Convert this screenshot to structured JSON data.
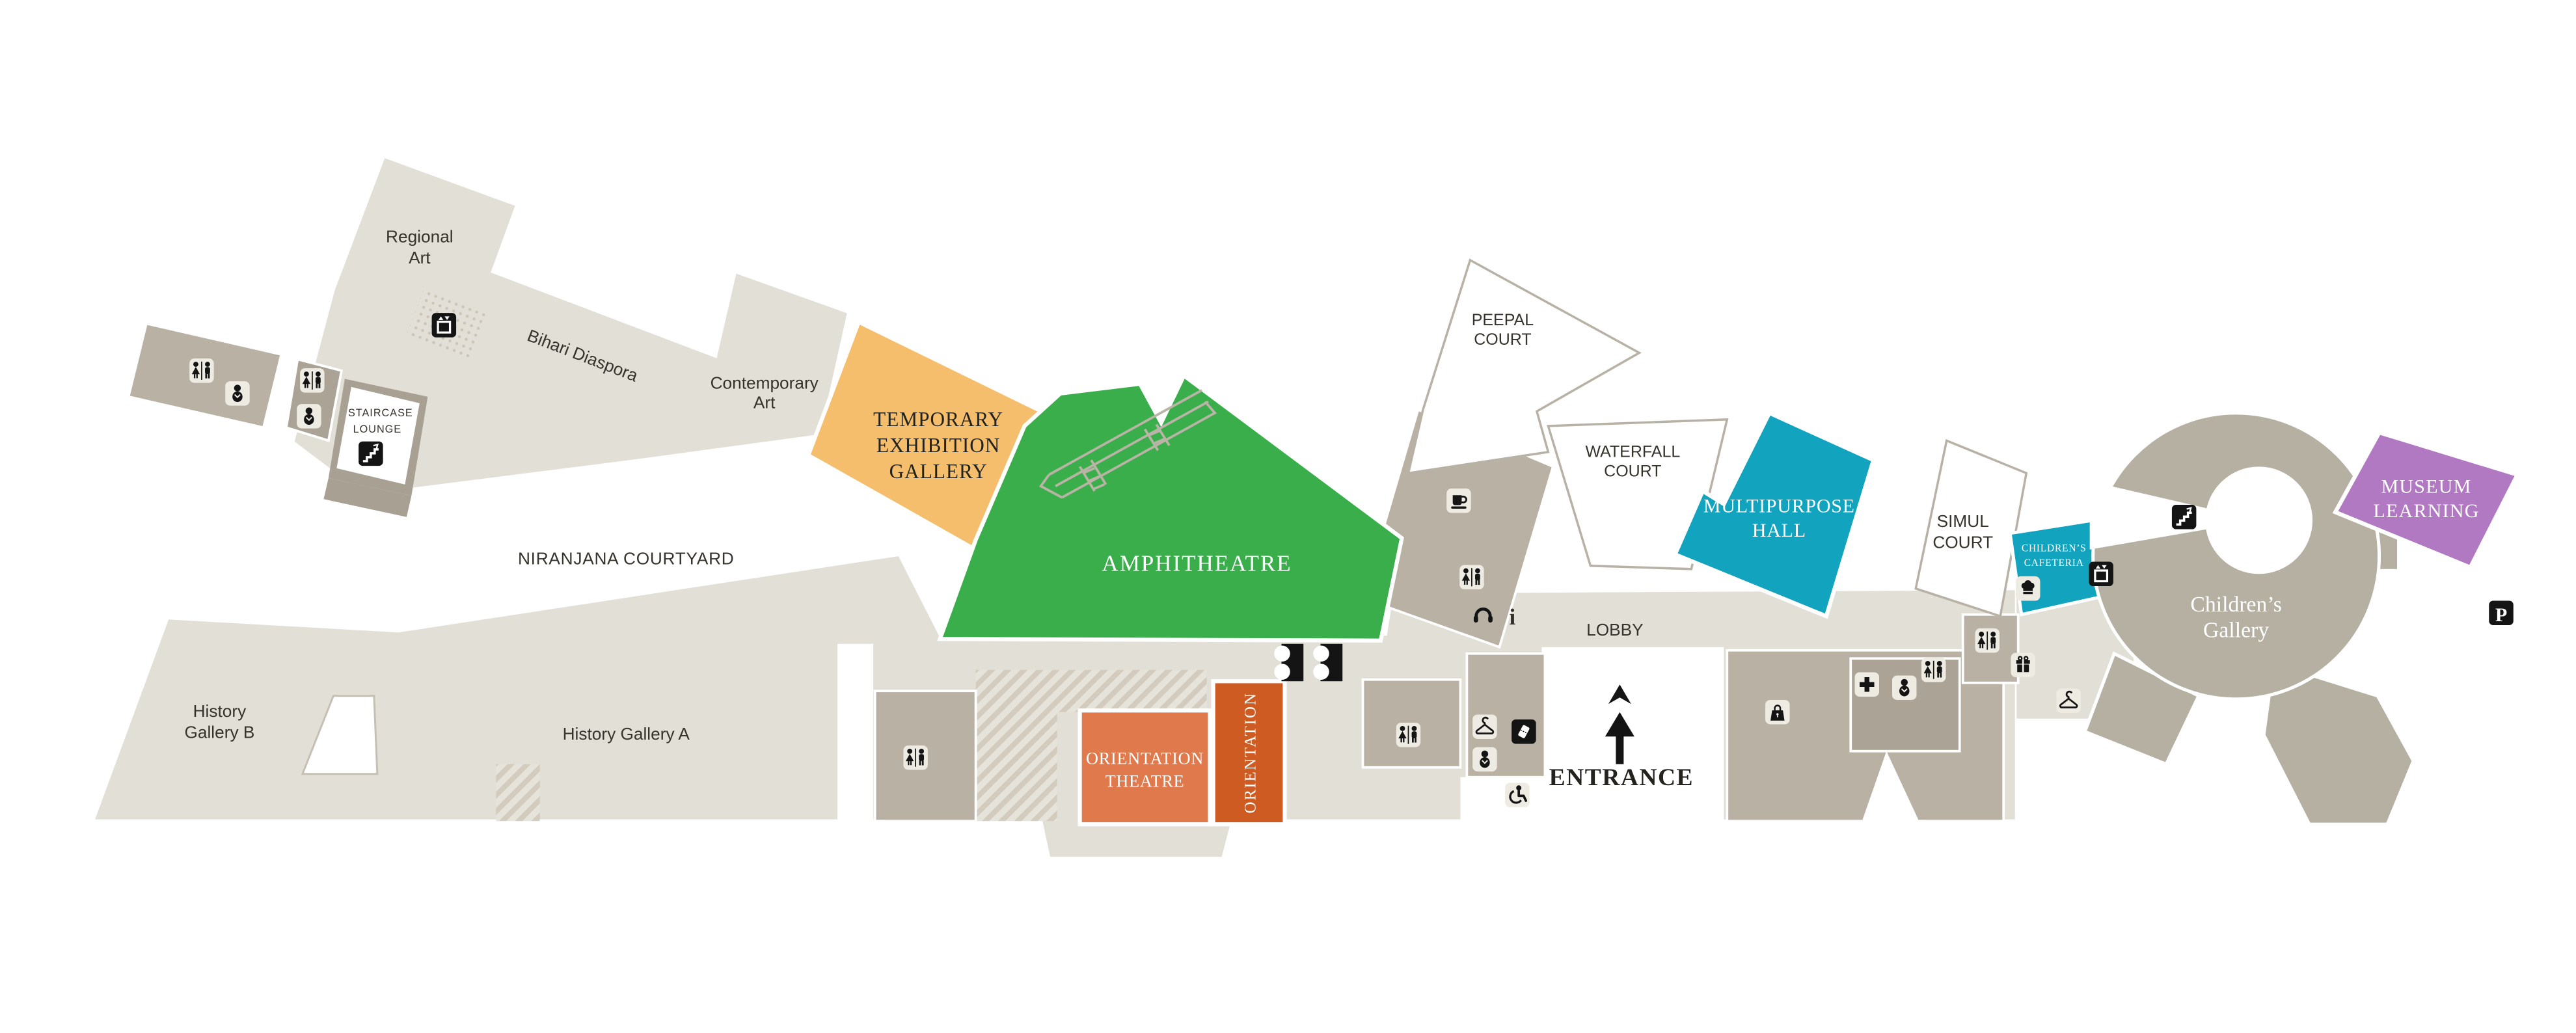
{
  "rooms": {
    "regional_art": {
      "line1": "Regional",
      "line2": "Art"
    },
    "bihari_diaspora": {
      "label": "Bihari Diaspora"
    },
    "contemporary_art": {
      "line1": "Contemporary",
      "line2": "Art"
    },
    "staircase_lounge": {
      "line1": "STAIRCASE",
      "line2": "LOUNGE"
    },
    "temporary_exhibition_gallery": {
      "line1": "TEMPORARY",
      "line2": "EXHIBITION",
      "line3": "GALLERY",
      "color": "#F5BE6C"
    },
    "amphitheatre": {
      "label": "AMPHITHEATRE",
      "color": "#3BAE4C"
    },
    "niranjana_courtyard": {
      "label": "NIRANJANA COURTYARD"
    },
    "history_gallery_b": {
      "line1": "History",
      "line2": "Gallery B"
    },
    "history_gallery_a": {
      "label": "History Gallery A"
    },
    "orientation_theatre": {
      "line1": "ORIENTATION",
      "line2": "THEATRE",
      "color": "#E07A4D"
    },
    "orientation": {
      "label": "ORIENTATION",
      "color": "#CE5B22"
    },
    "peepal_court": {
      "line1": "PEEPAL",
      "line2": "COURT"
    },
    "waterfall_court": {
      "line1": "WATERFALL",
      "line2": "COURT"
    },
    "multipurpose_hall": {
      "line1": "MULTIPURPOSE",
      "line2": "HALL",
      "color": "#12A3BE"
    },
    "simul_court": {
      "line1": "SIMUL",
      "line2": "COURT"
    },
    "childrens_cafeteria": {
      "line1": "CHILDREN’S",
      "line2": "CAFETERIA",
      "color": "#12A3BE"
    },
    "childrens_gallery": {
      "line1": "Children’s",
      "line2": "Gallery",
      "color": "#B6B0A3"
    },
    "museum_learning": {
      "line1": "MUSEUM",
      "line2": "LEARNING",
      "color": "#B179C1"
    },
    "lobby": {
      "label": "LOBBY"
    },
    "entrance": {
      "label": "ENTRANCE"
    }
  },
  "markers": {
    "parking": "P",
    "info": "i"
  },
  "icons": [
    "restroom-icon",
    "baby-care-icon",
    "elevator-icon",
    "stairs-icon",
    "coffee-icon",
    "audio-guide-icon",
    "information-icon",
    "cloakroom-icon",
    "ticket-icon",
    "wheelchair-icon",
    "first-aid-icon",
    "gift-shop-icon",
    "museum-shop-icon",
    "chef-hat-icon",
    "parking-icon",
    "entrance-arrow-icon",
    "gate-icon"
  ],
  "colors": {
    "floor": "#E2DFD6",
    "service_block": "#B8B1A4",
    "service_block_dark": "#A8A193",
    "amphitheatre_green": "#3BAE4C",
    "exhibition_yellow": "#F5BE6C",
    "orientation_orange": "#E07A4D",
    "orientation_dark_orange": "#CE5B22",
    "teal": "#12A3BE",
    "purple": "#B179C1",
    "gallery_taupe": "#B6B0A3",
    "icon_black": "#141414"
  }
}
